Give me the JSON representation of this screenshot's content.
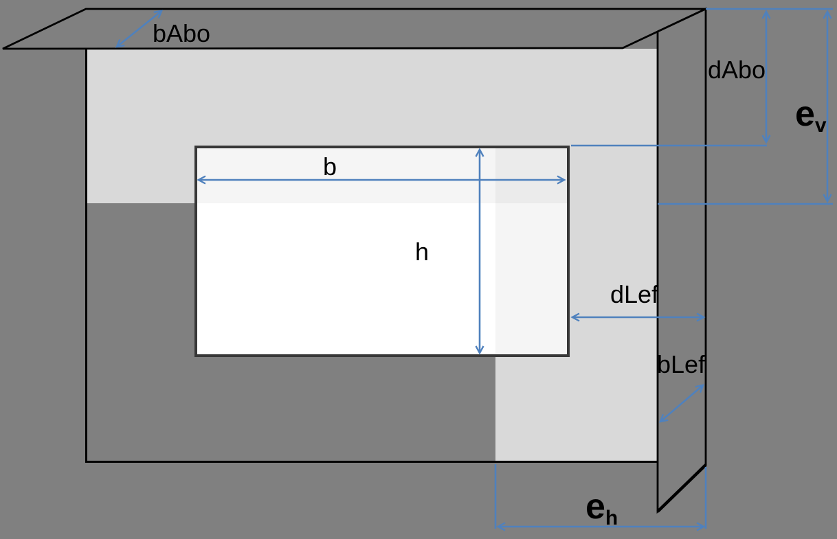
{
  "diagram": {
    "description": "Window shading geometry diagram with overhang and side fin",
    "labels": {
      "overhang_width": "bAbo",
      "overhang_distance": "dAbo",
      "shadow_vertical": {
        "base": "e",
        "sub": "v"
      },
      "window_width": "b",
      "window_height": "h",
      "fin_distance": "dLef",
      "fin_width": "bLef",
      "shadow_horizontal": {
        "base": "e",
        "sub": "h"
      }
    },
    "colors": {
      "wall": "#808080",
      "shade": "#d9d9d9",
      "window_fill": "#ffffff",
      "window_border": "#383838",
      "outline_black": "#000000",
      "dimension_blue": "#4f81bd",
      "label_text": "#000000",
      "window_shade_tint": "rgba(0,0,0,0.04)"
    }
  }
}
